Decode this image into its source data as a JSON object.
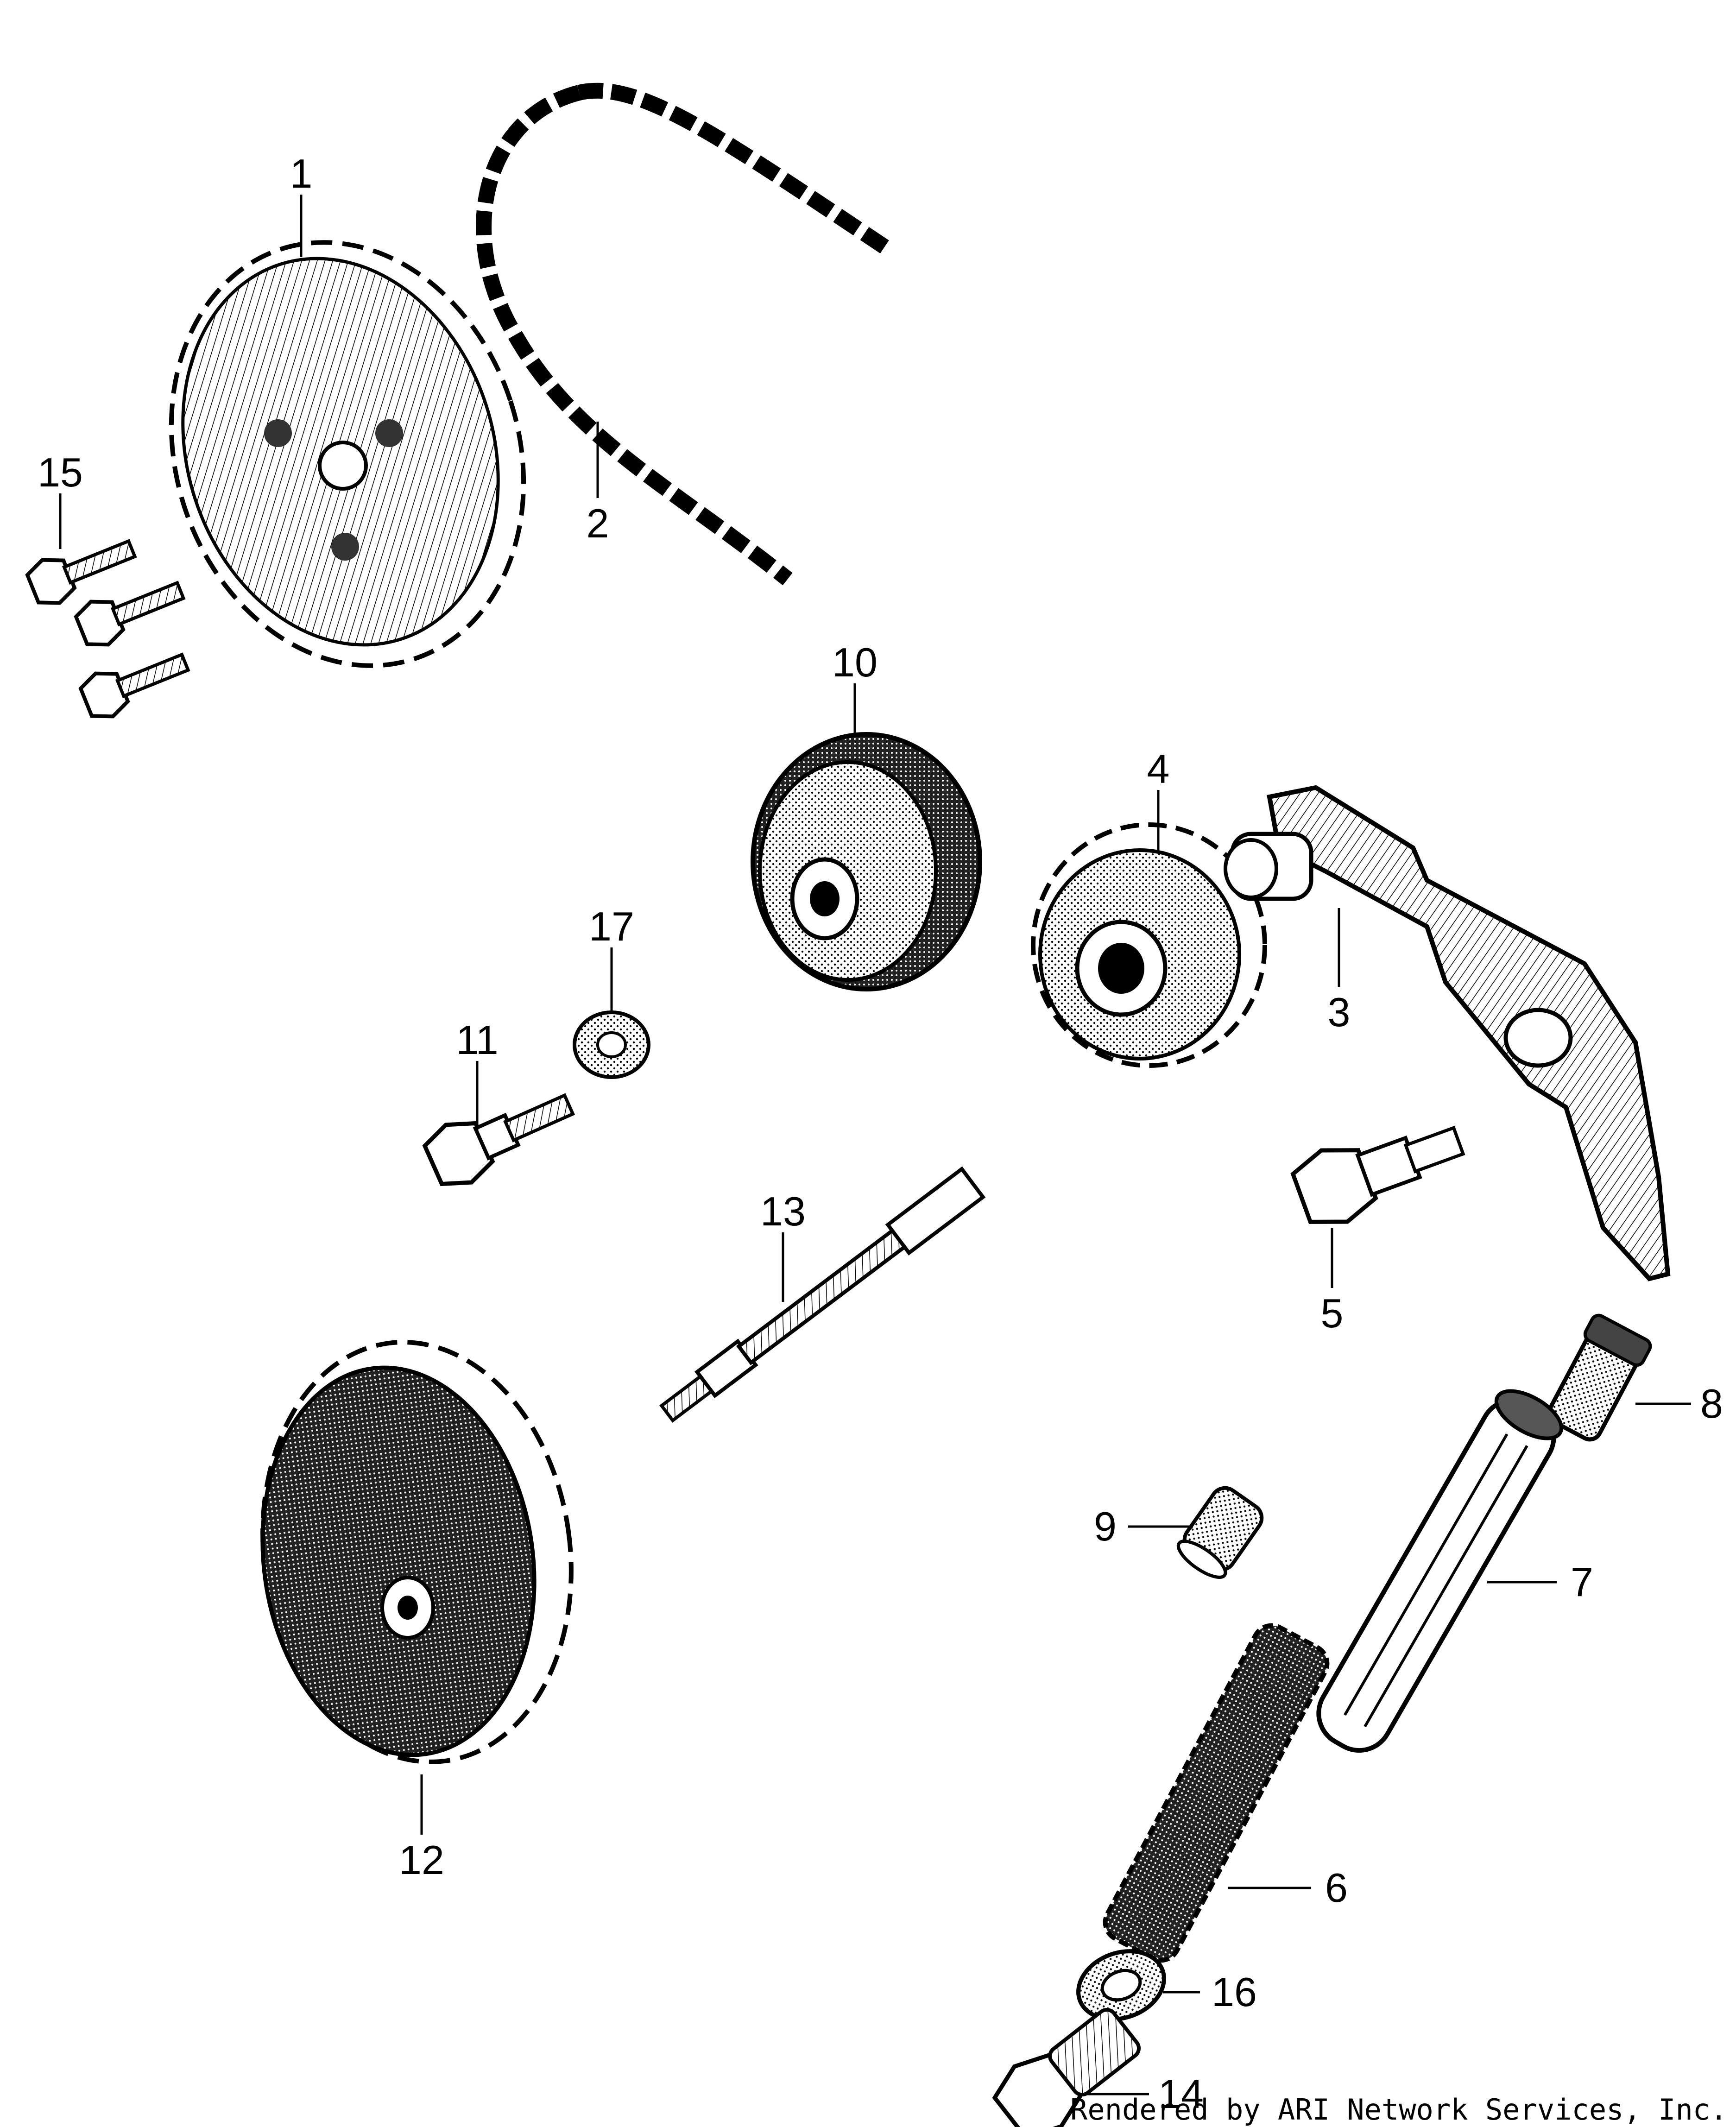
{
  "parts": [
    {
      "ref": "1"
    },
    {
      "ref": "2"
    },
    {
      "ref": "3"
    },
    {
      "ref": "4"
    },
    {
      "ref": "5"
    },
    {
      "ref": "6"
    },
    {
      "ref": "7"
    },
    {
      "ref": "8"
    },
    {
      "ref": "9"
    },
    {
      "ref": "10"
    },
    {
      "ref": "11"
    },
    {
      "ref": "12"
    },
    {
      "ref": "13"
    },
    {
      "ref": "14"
    },
    {
      "ref": "15"
    },
    {
      "ref": "16"
    },
    {
      "ref": "17"
    }
  ],
  "credit": "Rendered by ARI Network Services, Inc."
}
